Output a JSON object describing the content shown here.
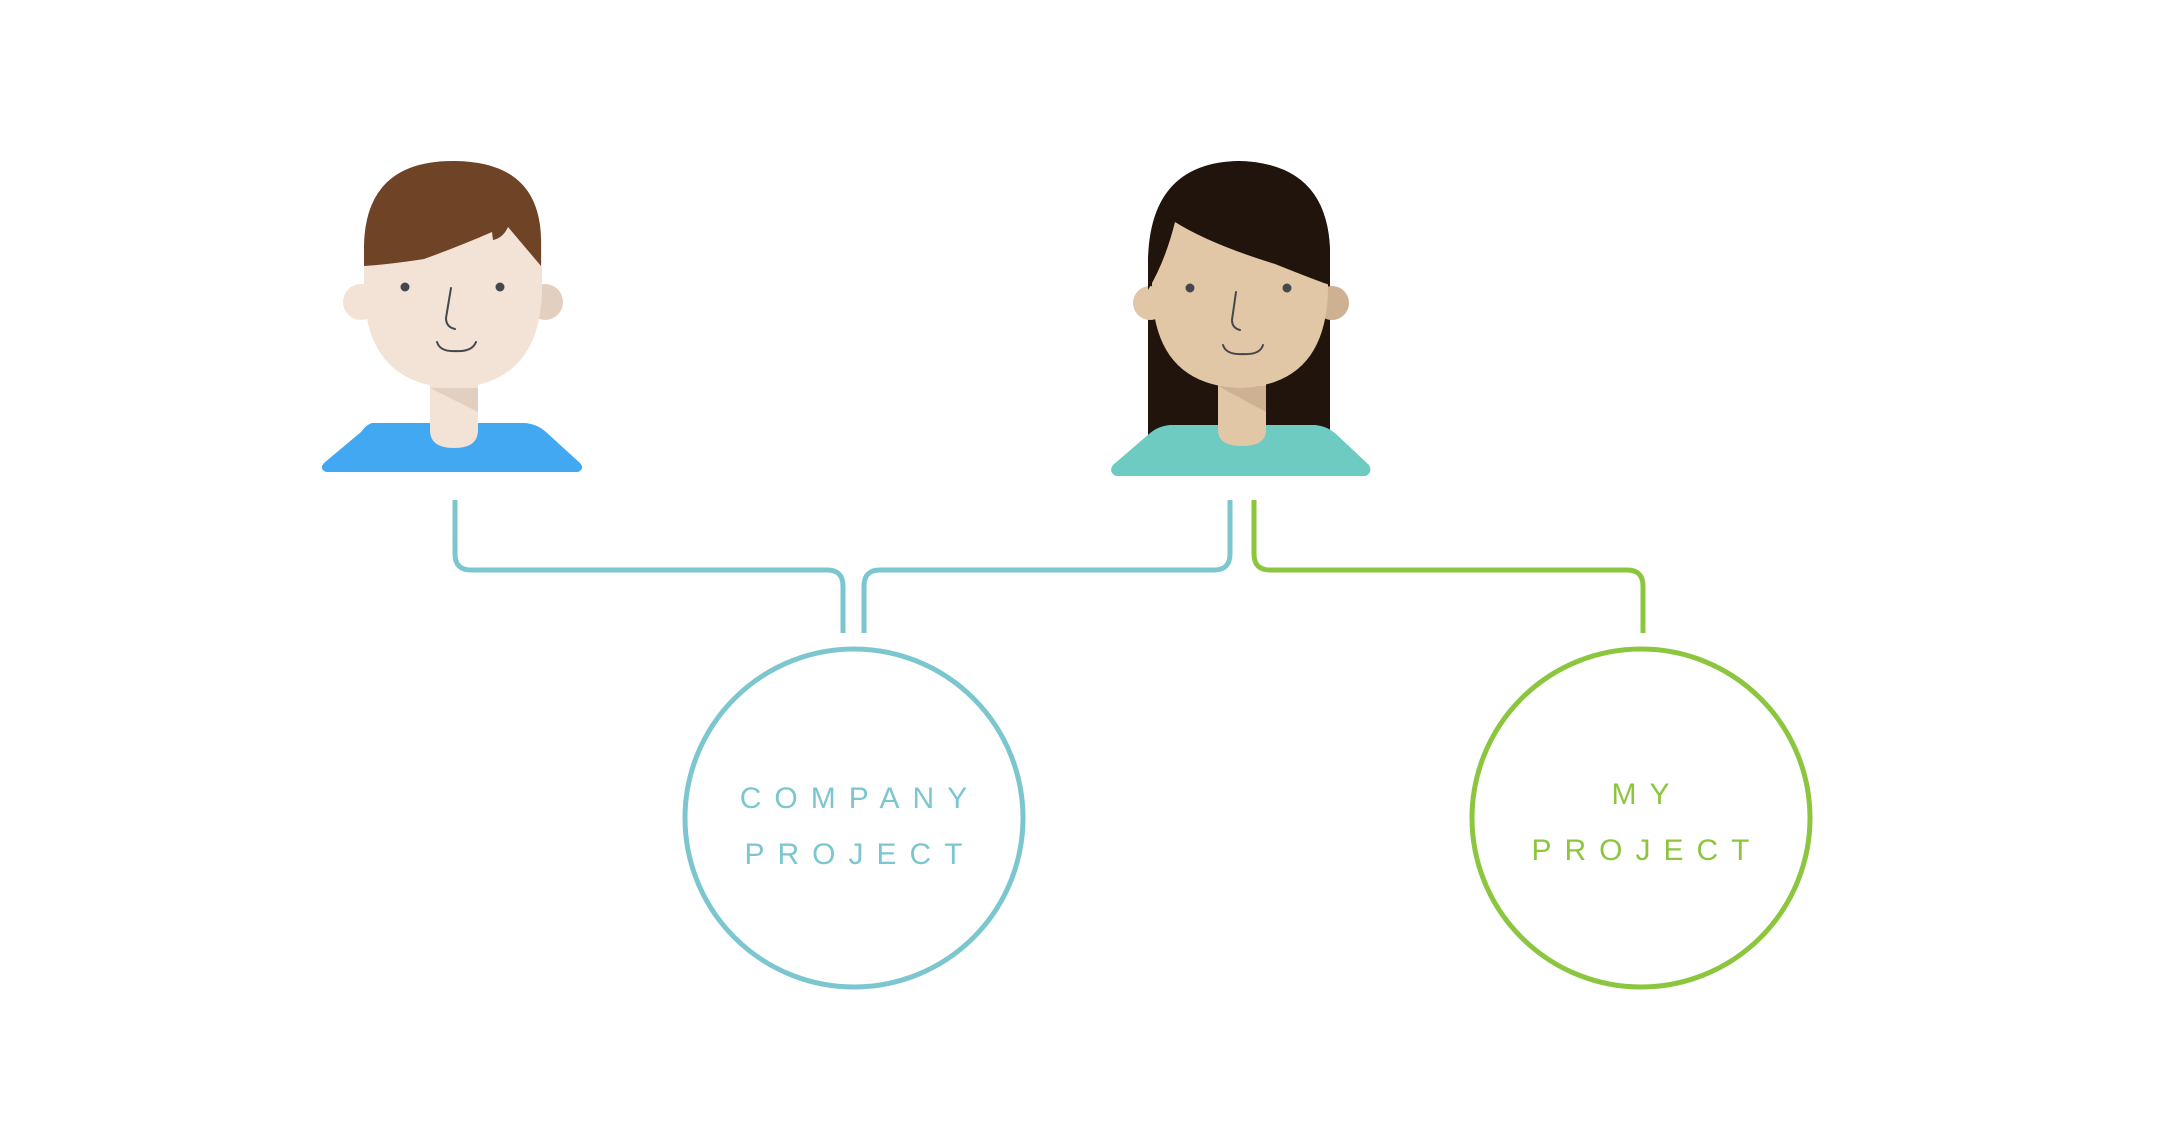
{
  "colors": {
    "background": "#ffffff",
    "company_connector": "#7cc7cf",
    "personal_connector": "#8cc63f",
    "man_shirt": "#42a8f2",
    "man_skin": "#f2e3d6",
    "man_skin_shadow": "#e2cfc0",
    "man_hair": "#6e4326",
    "woman_shirt": "#6dcbc1",
    "woman_skin": "#e2c7a6",
    "woman_skin_shadow": "#ceb092",
    "woman_hair": "#21140c",
    "face_features": "#44484d"
  },
  "people": [
    {
      "id": "man",
      "icon": "man-avatar-icon"
    },
    {
      "id": "woman",
      "icon": "woman-avatar-icon"
    }
  ],
  "nodes": {
    "company_project": {
      "line1": "COMPANY",
      "line2": "PROJECT",
      "color": "#7cc7cf"
    },
    "my_project": {
      "line1": "MY",
      "line2": "PROJECT",
      "color": "#8cc63f"
    }
  },
  "connections": [
    {
      "from": "man",
      "to": "company_project"
    },
    {
      "from": "woman",
      "to": "company_project"
    },
    {
      "from": "woman",
      "to": "my_project"
    }
  ]
}
